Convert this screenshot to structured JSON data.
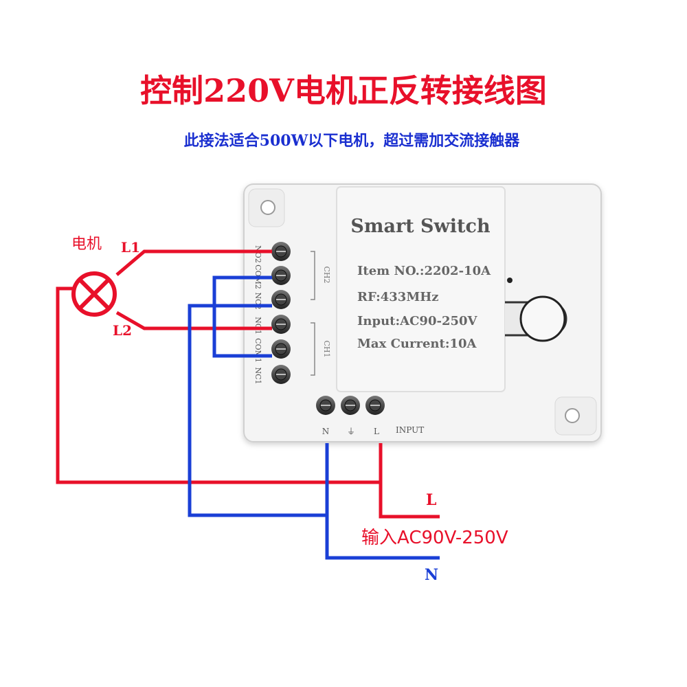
{
  "title": "控制220V电机正反转接线图",
  "subtitle": "此接法适合500W以下电机，超过需加交流接触器",
  "motor": {
    "label": "电机",
    "lead1": "L1",
    "lead2": "L2"
  },
  "device": {
    "name": "Smart Switch",
    "item_no": "Item NO.:2202-10A",
    "rf": "RF:433MHz",
    "input": "Input:AC90-250V",
    "max_current": "Max Current:10A",
    "channel_labels": [
      "CH2",
      "CH1"
    ],
    "terminals_left": [
      "NO2",
      "COM2",
      "NC2",
      "NO1",
      "COM1",
      "NC1"
    ],
    "terminals_bottom": [
      "N",
      "⏚",
      "L"
    ],
    "input_label": "INPUT"
  },
  "supply": {
    "live": "L",
    "neutral": "N",
    "label": "输入AC90V-250V"
  },
  "colors": {
    "red_wire": "#e8102a",
    "blue_wire": "#1a3fd6",
    "title": "#e8102a",
    "subtitle": "#1a2fd0"
  }
}
